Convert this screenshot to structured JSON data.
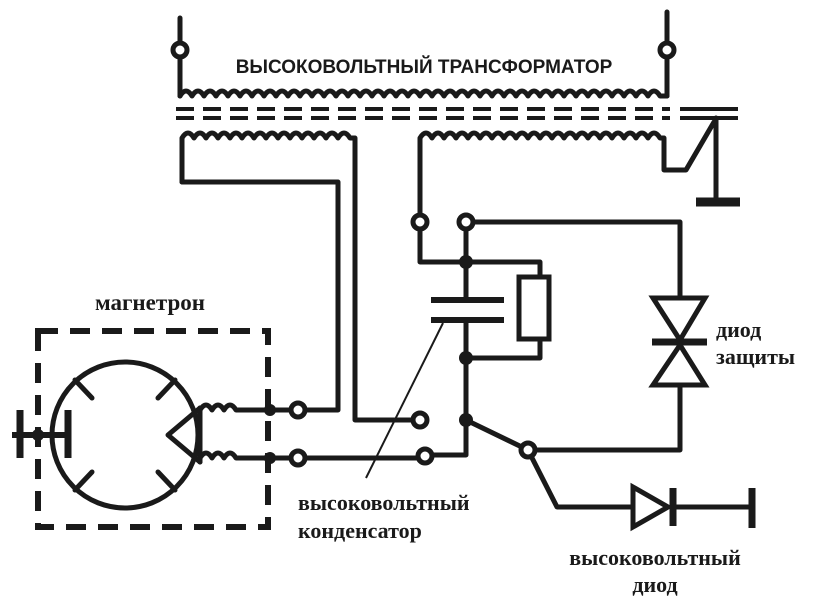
{
  "labels": {
    "transformer": "ВЫСОКОВОЛЬТНЫЙ ТРАНСФОРМАТОР",
    "magnetron": "магнетрон",
    "protection_diode_line1": "диод",
    "protection_diode_line2": "защиты",
    "hv_capacitor_line1": "высоковольтный",
    "hv_capacitor_line2": "конденсатор",
    "hv_diode_line1": "высоковольтный",
    "hv_diode_line2": "диод"
  },
  "colors": {
    "ink": "#1a1a1a",
    "background": "#ffffff"
  },
  "components": [
    {
      "name": "high-voltage-transformer",
      "type": "transformer"
    },
    {
      "name": "magnetron",
      "type": "magnetron"
    },
    {
      "name": "high-voltage-capacitor",
      "type": "capacitor"
    },
    {
      "name": "discharge-resistor",
      "type": "resistor"
    },
    {
      "name": "protection-diode",
      "type": "bidirectional-diode"
    },
    {
      "name": "high-voltage-diode",
      "type": "diode"
    }
  ]
}
